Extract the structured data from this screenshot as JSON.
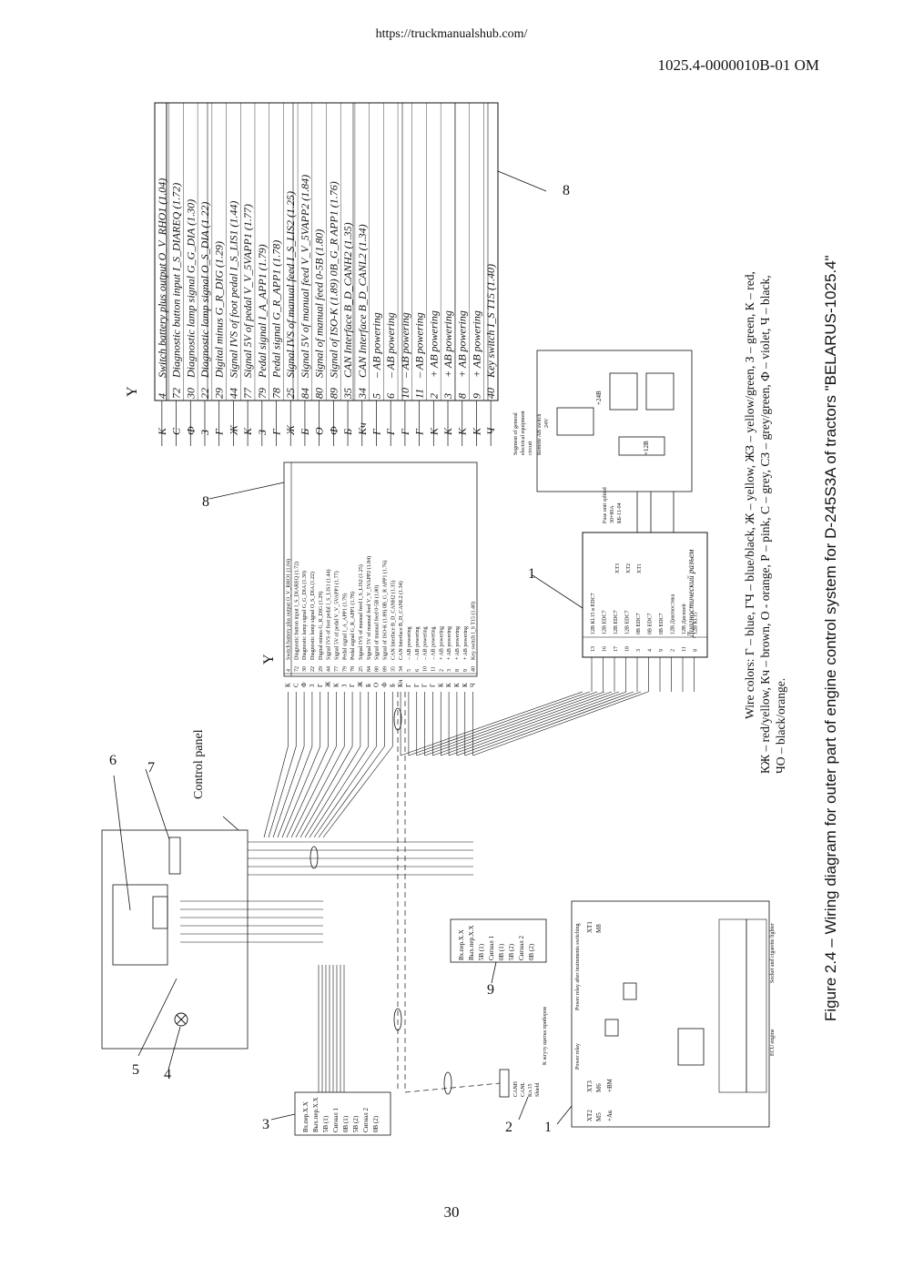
{
  "header": {
    "url": "https://truckmanualshub.com/",
    "doc_code": "1025.4-0000010B-01 OM"
  },
  "page_number": "30",
  "figure_caption": "Figure  2.4 – Wiring diagram for outer part of engine control system for D-245S3A  of tractors \"BELARUS-1025.4\"",
  "legend": {
    "line1": "Wire colors: Г – blue, ГЧ – blue/black, Ж – yellow, ЖЗ – yellow/green, З – green, К – red,",
    "line2": "КЖ – red/yellow, Кч – brown, О - orange, Р – pink, С – grey, СЗ – grey/green, Ф – violet, Ч – black,",
    "line3": "ЧО – black/orange."
  },
  "callouts": {
    "c1": "1",
    "c2": "2",
    "c3": "3",
    "c4": "4",
    "c5": "5",
    "c6": "6",
    "c7": "7",
    "c8": "8",
    "c9": "9",
    "control_panel": "Control panel"
  },
  "harness_header": "Y",
  "harness_table": [
    {
      "color": "К",
      "pin": "4",
      "signal": "Switch battery plus output O_V_RHO1 (1.04)"
    },
    {
      "color": "С",
      "pin": "72",
      "signal": "Diagnostic button input  I_S_DIAREQ (1.72)"
    },
    {
      "color": "Ф",
      "pin": "30",
      "signal": "Diagnostic lamp signal  G_G_DIA (1.30)"
    },
    {
      "color": "З",
      "pin": "22",
      "signal": "Diagnostic lamp signal  O_S_DIA (1.22)"
    },
    {
      "color": "Г",
      "pin": "29",
      "signal": "Digital minus  G_R_DIG (1.29)"
    },
    {
      "color": "Ж",
      "pin": "44",
      "signal": "Signal IVS of foot pedal  I_S_LIS1 (1.44)"
    },
    {
      "color": "К",
      "pin": "77",
      "signal": "Signal 5V of pedal  V_V_5VAPP1 (1.77)"
    },
    {
      "color": "З",
      "pin": "79",
      "signal": "Pedal signal  I_A_APP1 (1.79)"
    },
    {
      "color": "Г",
      "pin": "78",
      "signal": "Pedal signal  G_R_APP1 (1.78)"
    },
    {
      "color": "Ж",
      "pin": "25",
      "signal": "Signal IVS of manual feed  I_S_LIS2 (1.25)"
    },
    {
      "color": "Б",
      "pin": "84",
      "signal": "Signal 5V of manual feed  V_V_5VAPP2 (1.84)"
    },
    {
      "color": "О",
      "pin": "80",
      "signal": "Signal of manual feed  0-5B (1.80)"
    },
    {
      "color": "Ф",
      "pin": "89",
      "signal": "Signal of ISO-K (1.89)  0B_G_R  APP1 (1.76)"
    },
    {
      "color": "Б",
      "pin": "35",
      "signal": "CAN Interface B_D_CANH2 (1.35)"
    },
    {
      "color": "Кч",
      "pin": "34",
      "signal": "CAN Interface B_D_CANL2 (1.34)"
    },
    {
      "color": "Г",
      "pin": "5",
      "signal": "– AB powering"
    },
    {
      "color": "Г",
      "pin": "6",
      "signal": "– AB powering"
    },
    {
      "color": "Г",
      "pin": "10",
      "signal": "– AB powering"
    },
    {
      "color": "Г",
      "pin": "11",
      "signal": "– AB powering"
    },
    {
      "color": "К",
      "pin": "2",
      "signal": "+ AB powering"
    },
    {
      "color": "К",
      "pin": "3",
      "signal": "+ AB powering"
    },
    {
      "color": "К",
      "pin": "8",
      "signal": "+ AB powering"
    },
    {
      "color": "К",
      "pin": "9",
      "signal": "+ AB powering"
    },
    {
      "color": "Ч",
      "pin": "40",
      "signal": "Key switch I_S T15 (1.40)"
    }
  ],
  "diag_connector": {
    "title": "Диагностический разъем",
    "rows": [
      "12В Кl.15 в EDC7",
      "12В EDC7",
      "12В EDC7",
      "12В EDC7",
      "0В EDC7",
      "0В EDC7",
      "0В EDC7",
      "12В Диагностика",
      "12В Дисплей",
      "12В Кl.15"
    ],
    "pins": [
      "13",
      "16",
      "17",
      "18",
      "3",
      "4",
      "9",
      "2",
      "11",
      "8"
    ],
    "xt": [
      "XT3",
      "XT2",
      "XT1"
    ]
  },
  "fuse_unit": {
    "label1": "Fuse unit splited",
    "label2": "30+80А",
    "label3": "ББ-11-04"
  },
  "ab_switch": {
    "seg1": "Segment of general",
    "seg2": "electrical equipment",
    "seg3": "circuit",
    "remote": "Remote AB switch",
    "volt": "24V",
    "plus24": "+24В",
    "plus12": "+12В"
  },
  "ecu_block": {
    "xt12": "XT2",
    "xt3": "XT3",
    "m5": "M5",
    "m6": "M6",
    "ak": "+Ак",
    "vm": "+ВМ",
    "power_relay": "Power relay",
    "relay_after": "Power relay after instruments switching",
    "ecu_engine": "ECU engine",
    "socket": "Socket and cigarette lighter",
    "xt1": "XT1",
    "m8": "M8"
  },
  "pedal_connector": {
    "lines": [
      "Вх.пер.Х.Х",
      "Вых.пер.Х.Х",
      "5В (1)",
      "Сигнал 1",
      "0В (1)",
      "5В (2)",
      "Сигнал 2",
      "0В (2)"
    ]
  },
  "can_connector": {
    "lines": [
      "CANH",
      "CANL",
      "Кл.15",
      "Shield"
    ],
    "note": "К жгуту щитка приборов"
  }
}
